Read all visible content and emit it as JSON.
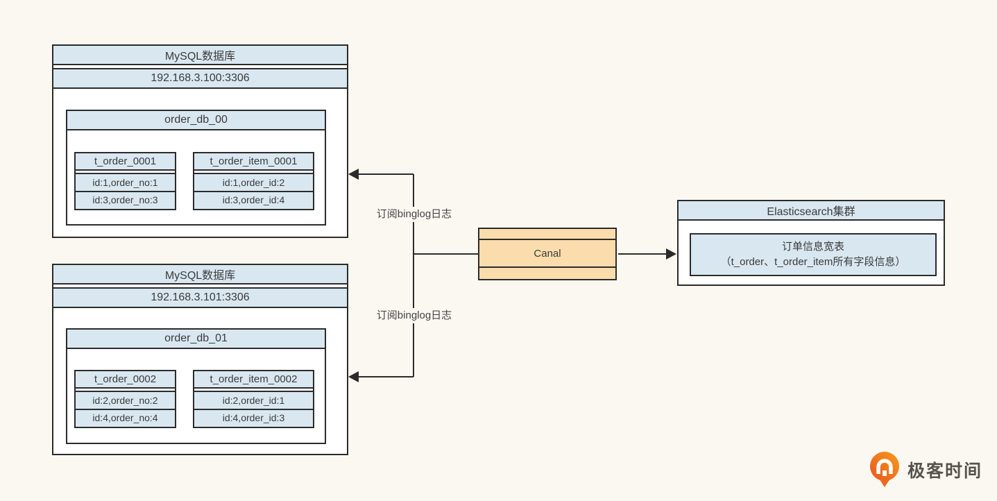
{
  "diagram": {
    "mysql_top": {
      "title": "MySQL数据库",
      "address": "192.168.3.100:3306",
      "db": {
        "name": "order_db_00",
        "tables": [
          {
            "name": "t_order_0001",
            "rows": [
              "id:1,order_no:1",
              "id:3,order_no:3"
            ]
          },
          {
            "name": "t_order_item_0001",
            "rows": [
              "id:1,order_id:2",
              "id:3,order_id:4"
            ]
          }
        ]
      }
    },
    "mysql_bottom": {
      "title": "MySQL数据库",
      "address": "192.168.3.101:3306",
      "db": {
        "name": "order_db_01",
        "tables": [
          {
            "name": "t_order_0002",
            "rows": [
              "id:2,order_no:2",
              "id:4,order_no:4"
            ]
          },
          {
            "name": "t_order_item_0002",
            "rows": [
              "id:2,order_id:1",
              "id:4,order_id:3"
            ]
          }
        ]
      }
    },
    "canal": {
      "label": "Canal"
    },
    "elasticsearch": {
      "title": "Elasticsearch集群",
      "wide_table_line1": "订单信息宽表",
      "wide_table_line2": "（t_order、t_order_item所有字段信息）"
    },
    "edge_labels": {
      "subscribe_top": "订阅binglog日志",
      "subscribe_bottom": "订阅binglog日志"
    },
    "colors": {
      "background": "#faf8f1",
      "node_fill_blue": "#d9e7f0",
      "node_fill_orange": "#fbddad",
      "border": "#2b2b2b",
      "logo_orange": "#f26c1d"
    }
  },
  "branding": {
    "logo_text": "极客时间"
  }
}
